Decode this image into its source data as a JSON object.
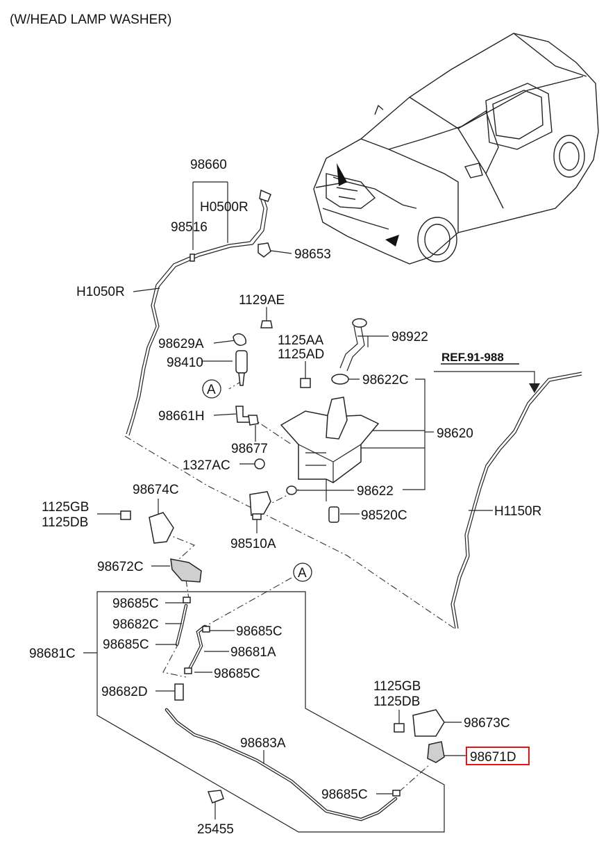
{
  "title": "(W/HEAD LAMP WASHER)",
  "reference": "REF.91-988",
  "marker": "A",
  "labels": {
    "p98660": "98660",
    "pH0500R": "H0500R",
    "p98516": "98516",
    "p98653": "98653",
    "pH1050R": "H1050R",
    "p1129AE": "1129AE",
    "p98629A": "98629A",
    "p98410": "98410",
    "p98661H": "98661H",
    "p98677": "98677",
    "p1327AC": "1327AC",
    "p1125AA": "1125AA",
    "p1125AD": "1125AD",
    "p98922": "98922",
    "p98622C": "98622C",
    "p98620": "98620",
    "p98622": "98622",
    "p98520C": "98520C",
    "p98510A": "98510A",
    "p98674C": "98674C",
    "p1125GB_a": "1125GB",
    "p1125DB_a": "1125DB",
    "p98672C": "98672C",
    "pH1150R": "H1150R",
    "p98685C_1": "98685C",
    "p98682C": "98682C",
    "p98685C_2": "98685C",
    "p98681C": "98681C",
    "p98685C_3": "98685C",
    "p98681A": "98681A",
    "p98685C_4": "98685C",
    "p98682D": "98682D",
    "p98683A": "98683A",
    "p98685C_5": "98685C",
    "p25455": "25455",
    "p1125GB_b": "1125GB",
    "p1125DB_b": "1125DB",
    "p98673C": "98673C",
    "p98671D": "98671D"
  },
  "highlight_color": "#e11111"
}
